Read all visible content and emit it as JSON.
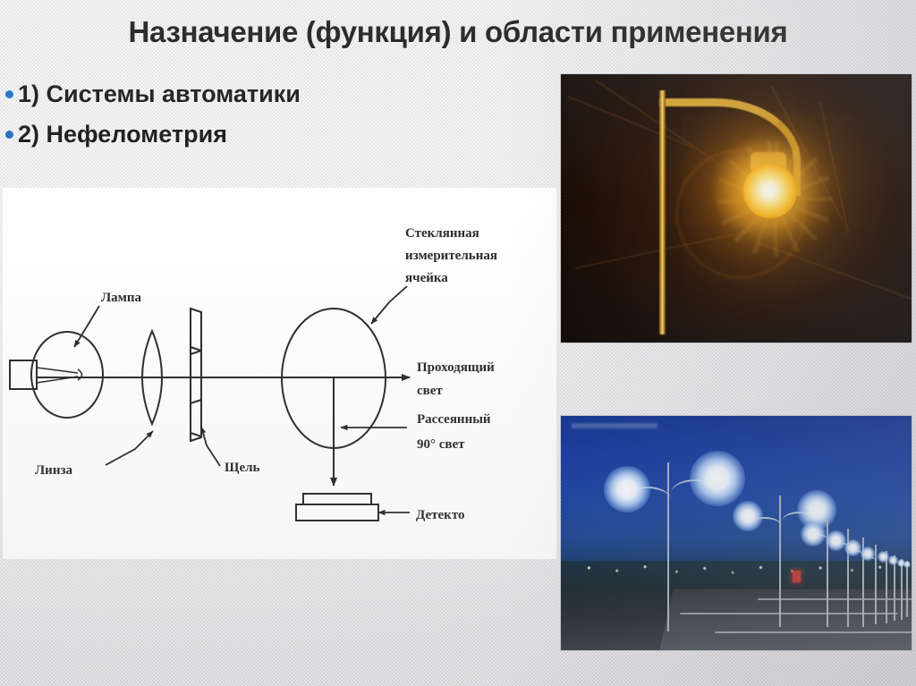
{
  "slide": {
    "title": "Назначение (функция) и области применения",
    "background_color": "#e9e9ea",
    "bullet_color": "#1f6fc4",
    "text_color": "#191919"
  },
  "bullets": [
    {
      "marker": "bullet-dot",
      "text": "1) Системы автоматики"
    },
    {
      "marker": "bullet-dot",
      "text": "2) Нефелометрия"
    }
  ],
  "diagram": {
    "panel_background": "#ffffff",
    "labels": {
      "lamp": "Лампа",
      "lens": "Линза",
      "slit": "Щель",
      "cell_line1": "Стеклянная",
      "cell_line2": "измерительная",
      "cell_line3": "ячейка",
      "transmitted_line1": "Проходящий",
      "transmitted_line2": "свет",
      "scattered_line1": "Рассеянный",
      "scattered_line2": "90° свет",
      "detector": "Детекто"
    }
  },
  "photos": [
    {
      "name": "photo-lamp-night",
      "caption": "Ночной уличный фонарь с жёлто-оранжевой лампой",
      "accent_color": "#ffbb22"
    },
    {
      "name": "photo-highway-lights",
      "caption": "Шоссе с рядом белых уличных светильников в сумерках",
      "accent_color": "#15409f"
    }
  ]
}
